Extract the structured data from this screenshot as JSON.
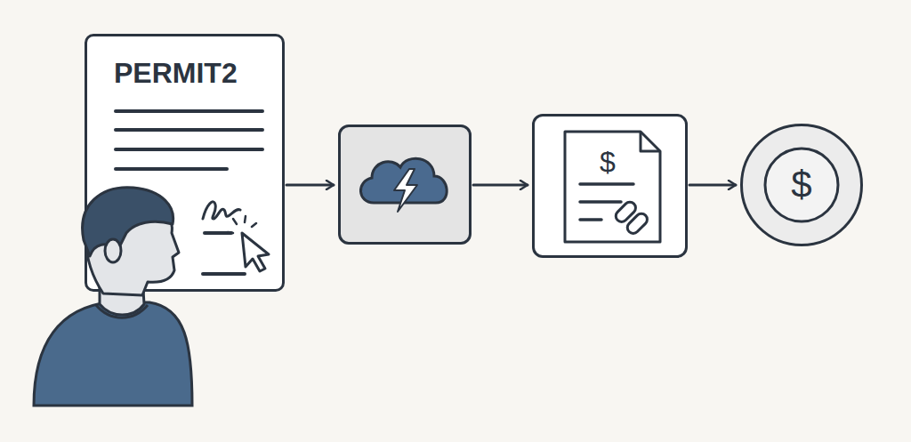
{
  "diagram": {
    "nodes": [
      {
        "text": [
          "PERMIT2"
        ]
      },
      {
        "text": []
      },
      {
        "text": [
          "$"
        ]
      },
      {
        "text": [
          "$"
        ]
      }
    ],
    "edges": [
      {
        "from": 0,
        "to": 1,
        "arrow": "to"
      },
      {
        "from": 1,
        "to": 2,
        "arrow": "to"
      },
      {
        "from": 2,
        "to": 3,
        "arrow": "to"
      }
    ]
  }
}
